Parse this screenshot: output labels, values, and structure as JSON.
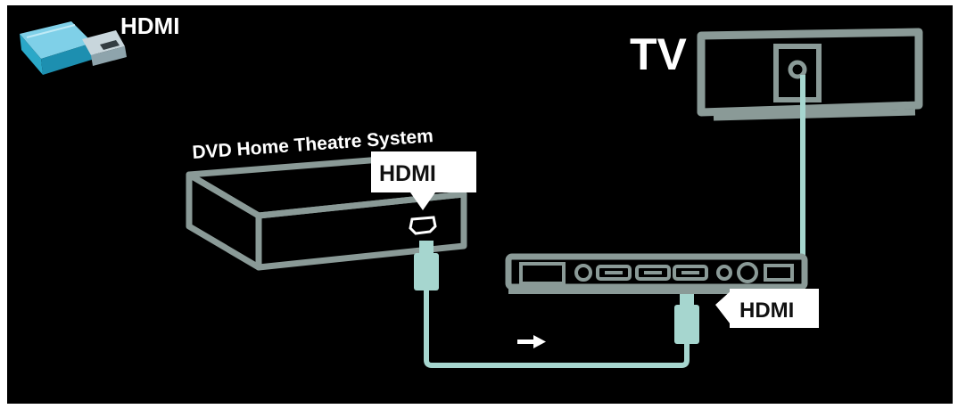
{
  "header": {
    "title": "HDMI",
    "icon": "hdmi-plug-icon"
  },
  "tv": {
    "label": "TV"
  },
  "dvd": {
    "label": "DVD Home Theatre System",
    "port_label": "HDMI"
  },
  "tv_panel": {
    "port_label": "HDMI"
  },
  "colors": {
    "background": "#000000",
    "outline": "#8a9a97",
    "cable": "#a6d6cf",
    "accent_cyan": "#2aa8c8",
    "callout": "#ffffff"
  }
}
